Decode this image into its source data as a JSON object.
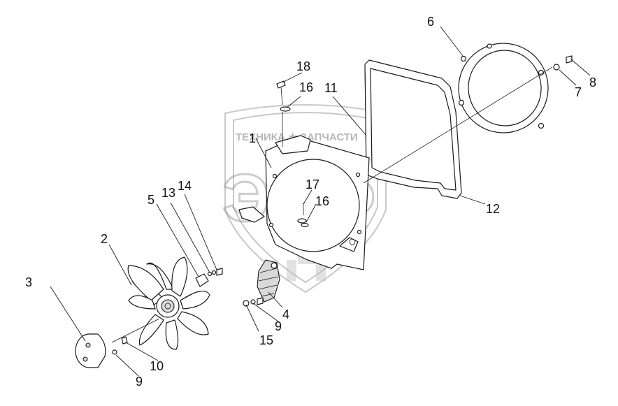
{
  "watermark": {
    "top_text": "ТЕХНИКА ★ ЗАПЧАСТИ",
    "logo_text": "ЭПФ"
  },
  "labels": [
    {
      "id": "1",
      "text": "1"
    },
    {
      "id": "2",
      "text": "2"
    },
    {
      "id": "3",
      "text": "3"
    },
    {
      "id": "4",
      "text": "4"
    },
    {
      "id": "5",
      "text": "5"
    },
    {
      "id": "6",
      "text": "6"
    },
    {
      "id": "7",
      "text": "7"
    },
    {
      "id": "8",
      "text": "8"
    },
    {
      "id": "9a",
      "text": "9"
    },
    {
      "id": "9b",
      "text": "9"
    },
    {
      "id": "10",
      "text": "10"
    },
    {
      "id": "11",
      "text": "11"
    },
    {
      "id": "12",
      "text": "12"
    },
    {
      "id": "13",
      "text": "13"
    },
    {
      "id": "14",
      "text": "14"
    },
    {
      "id": "15",
      "text": "15"
    },
    {
      "id": "16a",
      "text": "16"
    },
    {
      "id": "16b",
      "text": "16"
    },
    {
      "id": "17",
      "text": "17"
    },
    {
      "id": "18",
      "text": "18"
    }
  ]
}
